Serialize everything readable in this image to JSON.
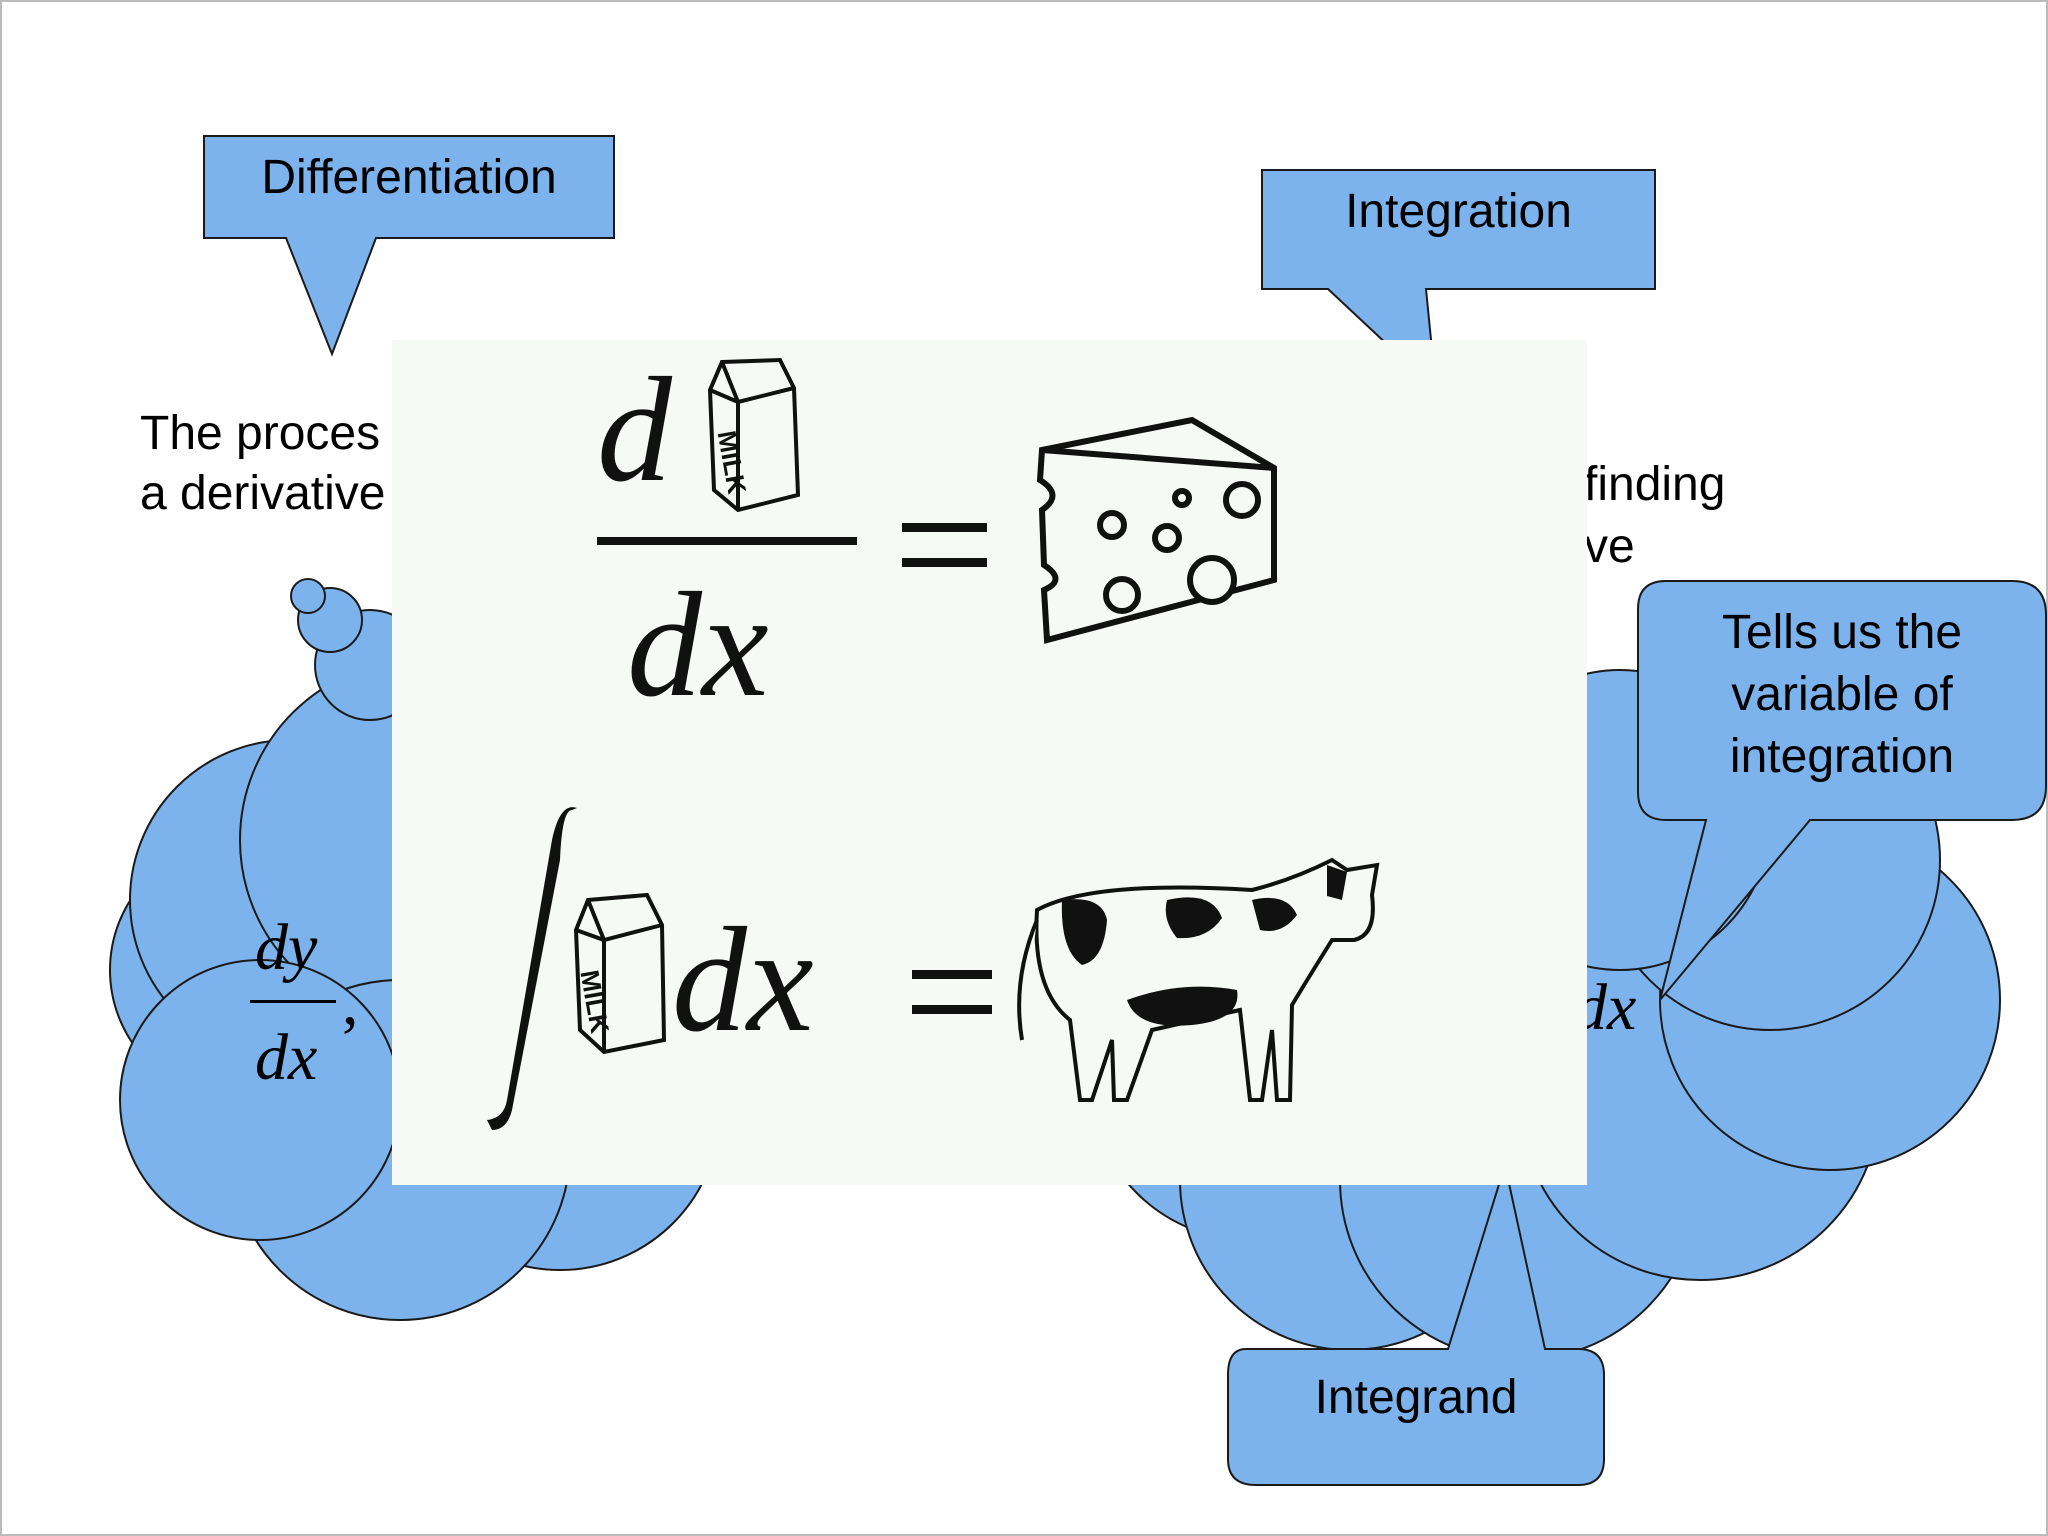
{
  "callouts": {
    "differentiation": "Differentiation",
    "integration": "Integration",
    "integrand": "Integrand",
    "variable": [
      "Tells us the",
      "variable of",
      "integration"
    ]
  },
  "text": {
    "diff_line1": "The proces",
    "diff_line2": "a derivative",
    "int_line1": "finding",
    "int_line2": "ve"
  },
  "math": {
    "dy": "dy",
    "dx": "dx",
    "comma": ",",
    "right_dx": "dx",
    "d": "d",
    "fraction_dx": "dx",
    "integral_dx": "dx",
    "milk": "MILK"
  },
  "colors": {
    "callout_fill": "#7db3ec",
    "cloud_fill": "#7db3ec",
    "outline": "#1a1a1a",
    "panel_bg": "#f6f9f5"
  },
  "icons": [
    "milk-carton-icon",
    "cheese-icon",
    "cow-icon",
    "integral-sign-icon"
  ]
}
